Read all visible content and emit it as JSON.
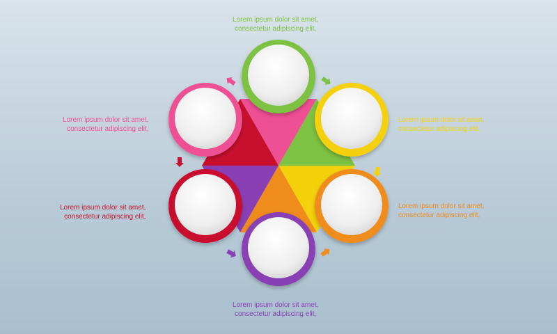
{
  "colors": {
    "green": "#7dc242",
    "yellow": "#f5d10c",
    "orange": "#f08c1c",
    "purple": "#8a3fb5",
    "red": "#c8102e",
    "pink": "#ef4f93"
  },
  "steps": [
    {
      "id": "green",
      "line1": "Lorem ipsum dolor sit amet,",
      "line2": "consectetur adipiscing elit,"
    },
    {
      "id": "yellow",
      "line1": "Lorem ipsum dolor sit amet,",
      "line2": "consectetur adipiscing elit,"
    },
    {
      "id": "orange",
      "line1": "Lorem ipsum dolor sit amet,",
      "line2": "consectetur adipiscing elit,"
    },
    {
      "id": "purple",
      "line1": "Lorem ipsum dolor sit amet,",
      "line2": "consectetur adipiscing elit,"
    },
    {
      "id": "red",
      "line1": "Lorem ipsum dolor sit amet,",
      "line2": "consectetur adipiscing elit,"
    },
    {
      "id": "pink",
      "line1": "Lorem ipsum dolor sit amet,",
      "line2": "consectetur adipiscing elit,"
    }
  ]
}
